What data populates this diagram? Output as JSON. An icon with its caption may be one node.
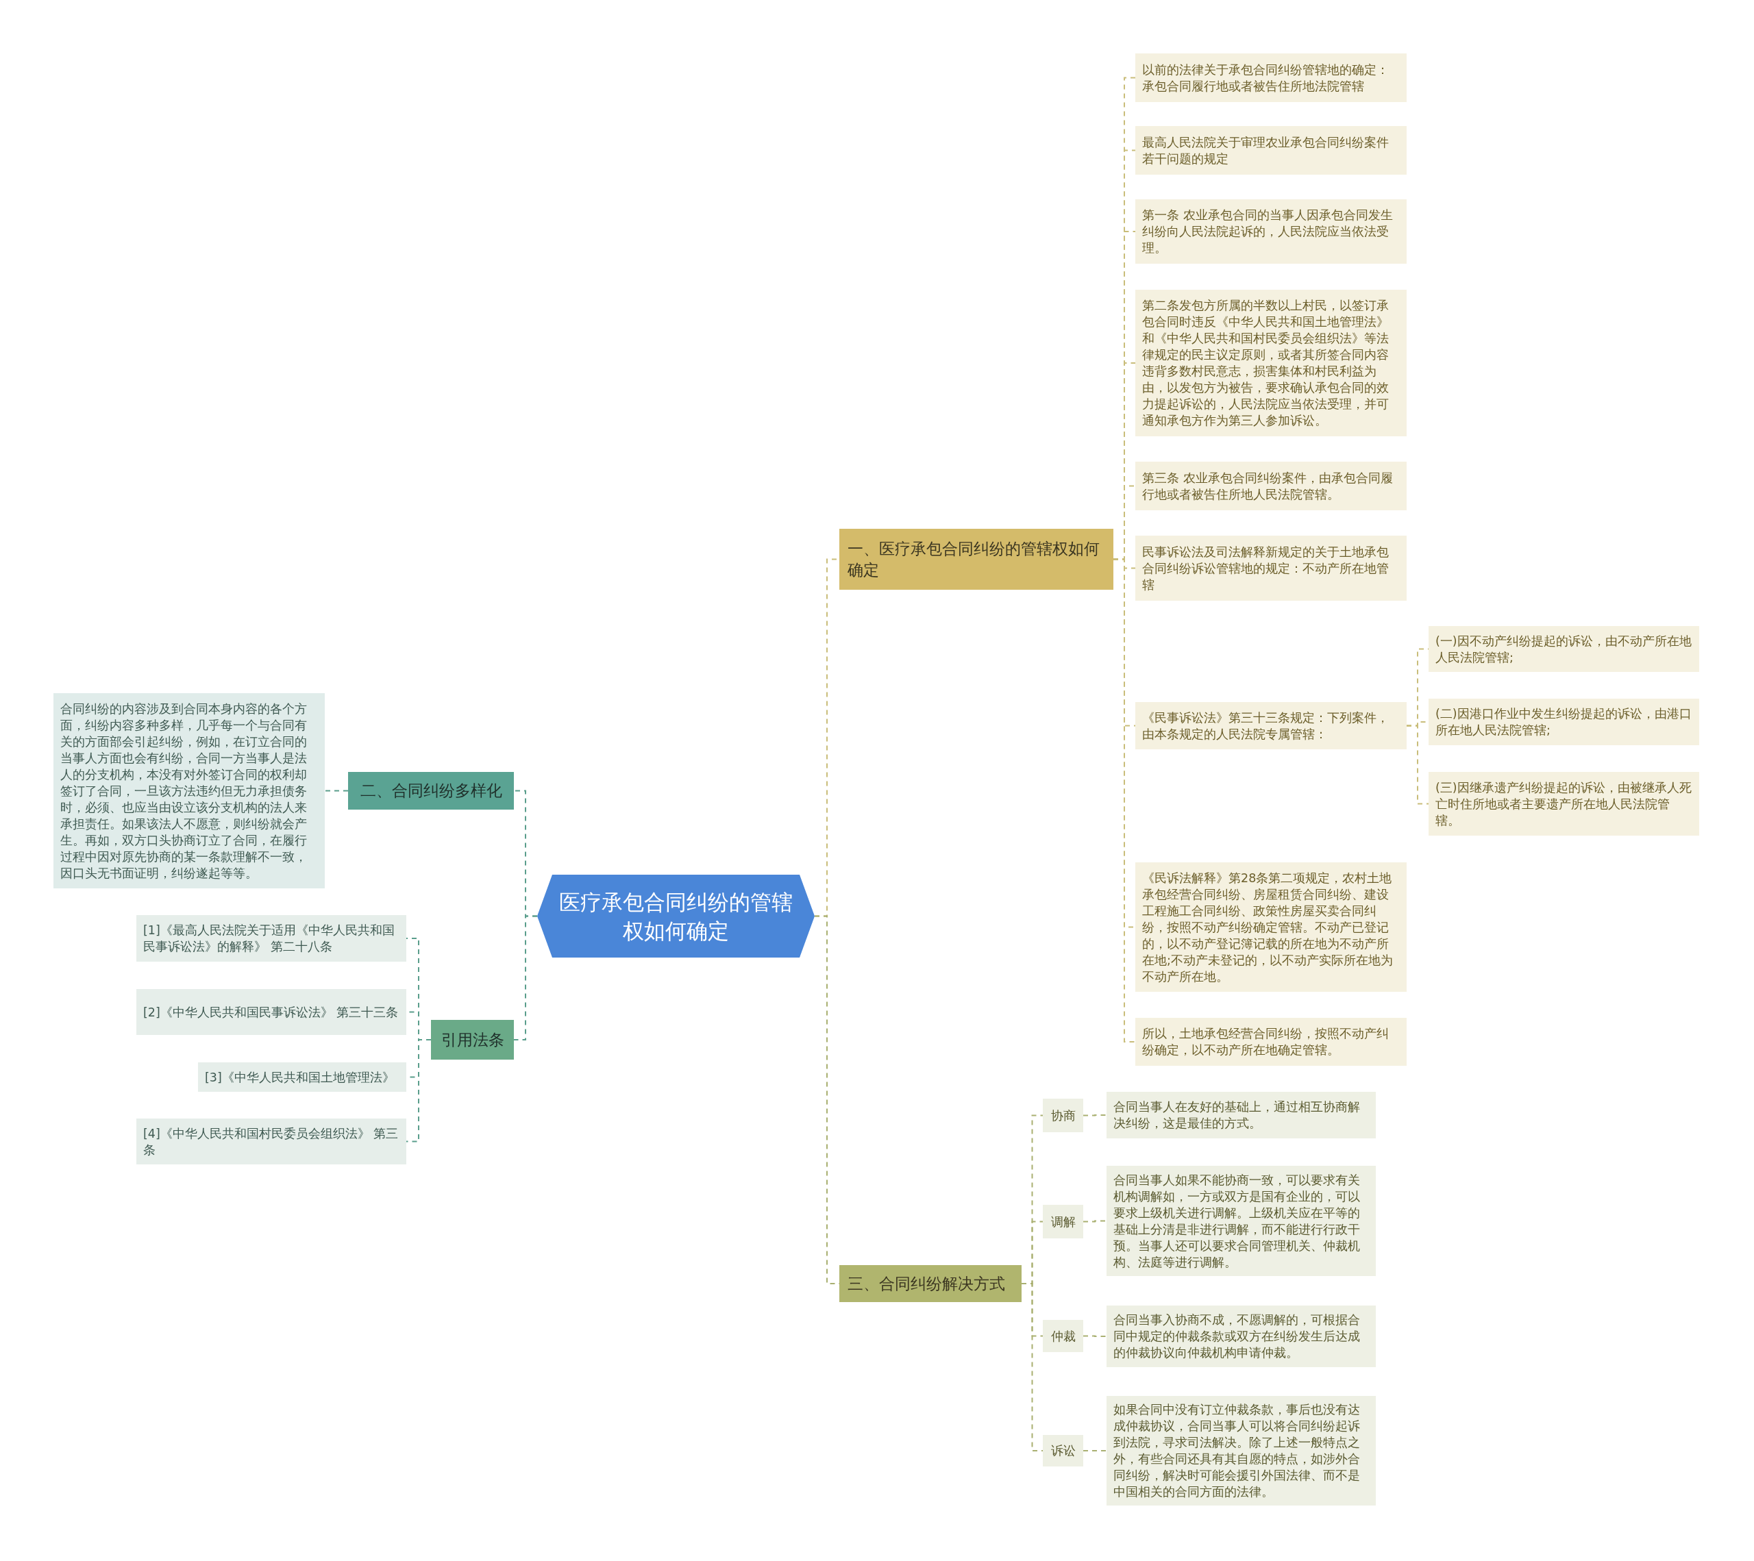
{
  "diagram": {
    "nodes": [
      {
        "text": [
          "医疗承包合同纠纷的管辖权如何确定"
        ]
      },
      {
        "text": [
          "一、医疗承包合同纠纷的管辖权如何确定"
        ]
      },
      {
        "text": [
          "以前的法律关于承包合同纠纷管辖地的确定：承包合同履行地或者被告住所地法院管辖"
        ]
      },
      {
        "text": [
          "最高人民法院关于审理农业承包合同纠纷案件若干问题的规定"
        ]
      },
      {
        "text": [
          "第一条 农业承包合同的当事人因承包合同发生纠纷向人民法院起诉的，人民法院应当依法受理。"
        ]
      },
      {
        "text": [
          "第二条发包方所属的半数以上村民，以签订承包合同时违反《中华人民共和国土地管理法》和《中华人民共和国村民委员会组织法》等法律规定的民主议定原则，或者其所签合同内容违背多数村民意志，损害集体和村民利益为由，以发包方为被告，要求确认承包合同的效力提起诉讼的，人民法院应当依法受理，并可通知承包方作为第三人参加诉讼。"
        ]
      },
      {
        "text": [
          "第三条 农业承包合同纠纷案件，由承包合同履行地或者被告住所地人民法院管辖。"
        ]
      },
      {
        "text": [
          "民事诉讼法及司法解释新规定的关于土地承包合同纠纷诉讼管辖地的规定：不动产所在地管辖"
        ]
      },
      {
        "text": [
          "《民事诉讼法》第三十三条规定：下列案件，由本条规定的人民法院专属管辖："
        ]
      },
      {
        "text": [
          "(一)因不动产纠纷提起的诉讼，由不动产所在地人民法院管辖;"
        ]
      },
      {
        "text": [
          "(二)因港口作业中发生纠纷提起的诉讼，由港口所在地人民法院管辖;"
        ]
      },
      {
        "text": [
          "(三)因继承遗产纠纷提起的诉讼，由被继承人死亡时住所地或者主要遗产所在地人民法院管辖。"
        ]
      },
      {
        "text": [
          "《民诉法解释》第28条第二项规定，农村土地承包经营合同纠纷、房屋租赁合同纠纷、建设工程施工合同纠纷、政策性房屋买卖合同纠纷，按照不动产纠纷确定管辖。不动产已登记的，以不动产登记簿记载的所在地为不动产所在地;不动产未登记的，以不动产实际所在地为不动产所在地。"
        ]
      },
      {
        "text": [
          "所以，土地承包经营合同纠纷，按照不动产纠纷确定，以不动产所在地确定管辖。"
        ]
      },
      {
        "text": [
          "三、合同纠纷解决方式"
        ]
      },
      {
        "text": [
          "协商"
        ]
      },
      {
        "text": [
          "合同当事人在友好的基础上，通过相互协商解决纠纷，这是最佳的方式。"
        ]
      },
      {
        "text": [
          "调解"
        ]
      },
      {
        "text": [
          "合同当事人如果不能协商一致，可以要求有关机构调解如，一方或双方是国有企业的，可以要求上级机关进行调解。上级机关应在平等的基础上分清是非进行调解，而不能进行行政干预。当事人还可以要求合同管理机关、仲裁机构、法庭等进行调解。"
        ]
      },
      {
        "text": [
          "仲裁"
        ]
      },
      {
        "text": [
          "合同当事入协商不成，不愿调解的，可根据合同中规定的仲裁条款或双方在纠纷发生后达成的仲裁协议向仲裁机构申请仲裁。"
        ]
      },
      {
        "text": [
          "诉讼"
        ]
      },
      {
        "text": [
          "如果合同中没有订立仲裁条款，事后也没有达成仲裁协议，合同当事人可以将合同纠纷起诉到法院，寻求司法解决。除了上述一般特点之外，有些合同还具有其自愿的特点，如涉外合同纠纷，解决时可能会援引外国法律、而不是中国相关的合同方面的法律。"
        ]
      },
      {
        "text": [
          "二、合同纠纷多样化"
        ]
      },
      {
        "text": [
          "合同纠纷的内容涉及到合同本身内容的各个方面，纠纷内容多种多样，几乎每一个与合同有关的方面部会引起纠纷，例如，在订立合同的当事人方面也会有纠纷，合同一方当事人是法人的分支机构，本没有对外签订合同的权利却签订了合同，一旦该方法违约但无力承担债务时，必须、也应当由设立该分支机构的法人来承担责任。如果该法人不愿意，则纠纷就会产生。再如，双方口头协商订立了合同，在履行过程中因对原先协商的某一条款理解不一致，因口头无书面证明，纠纷遂起等等。"
        ]
      },
      {
        "text": [
          "引用法条"
        ]
      },
      {
        "text": [
          "[1]《最高人民法院关于适用《中华人民共和国民事诉讼法》的解释》 第二十八条"
        ]
      },
      {
        "text": [
          "[2]《中华人民共和国民事诉讼法》 第三十三条"
        ]
      },
      {
        "text": [
          "[3]《中华人民共和国土地管理法》"
        ]
      },
      {
        "text": [
          "[4]《中华人民共和国村民委员会组织法》 第三条"
        ]
      }
    ],
    "edges": [
      {
        "from": 0,
        "to": 1,
        "arrow": "none"
      },
      {
        "from": 1,
        "to": 2,
        "arrow": "none"
      },
      {
        "from": 1,
        "to": 3,
        "arrow": "none"
      },
      {
        "from": 1,
        "to": 4,
        "arrow": "none"
      },
      {
        "from": 1,
        "to": 5,
        "arrow": "none"
      },
      {
        "from": 1,
        "to": 6,
        "arrow": "none"
      },
      {
        "from": 1,
        "to": 7,
        "arrow": "none"
      },
      {
        "from": 1,
        "to": 8,
        "arrow": "none"
      },
      {
        "from": 8,
        "to": 9,
        "arrow": "none"
      },
      {
        "from": 8,
        "to": 10,
        "arrow": "none"
      },
      {
        "from": 8,
        "to": 11,
        "arrow": "none"
      },
      {
        "from": 1,
        "to": 12,
        "arrow": "none"
      },
      {
        "from": 1,
        "to": 13,
        "arrow": "none"
      },
      {
        "from": 0,
        "to": 14,
        "arrow": "none",
        "color": "#a9b071"
      },
      {
        "from": 14,
        "to": 15,
        "arrow": "none",
        "color": "#a9b071"
      },
      {
        "from": 15,
        "to": 16,
        "arrow": "none",
        "color": "#a9b071"
      },
      {
        "from": 14,
        "to": 17,
        "arrow": "none",
        "color": "#a9b071"
      },
      {
        "from": 17,
        "to": 18,
        "arrow": "none",
        "color": "#a9b071"
      },
      {
        "from": 14,
        "to": 19,
        "arrow": "none",
        "color": "#a9b071"
      },
      {
        "from": 19,
        "to": 20,
        "arrow": "none",
        "color": "#a9b071"
      },
      {
        "from": 14,
        "to": 21,
        "arrow": "none",
        "color": "#a9b071"
      },
      {
        "from": 21,
        "to": 22,
        "arrow": "none",
        "color": "#a9b071"
      },
      {
        "from": 0,
        "to": 23,
        "arrow": "none",
        "color": "#5a9e8c"
      },
      {
        "from": 23,
        "to": 24,
        "arrow": "none",
        "color": "#5a9e8c"
      },
      {
        "from": 0,
        "to": 25,
        "arrow": "none",
        "color": "#5a9e8c"
      },
      {
        "from": 25,
        "to": 26,
        "arrow": "none",
        "color": "#5a9e8c"
      },
      {
        "from": 25,
        "to": 27,
        "arrow": "none",
        "color": "#5a9e8c"
      },
      {
        "from": 25,
        "to": 28,
        "arrow": "none",
        "color": "#5a9e8c"
      },
      {
        "from": 25,
        "to": 29,
        "arrow": "none",
        "color": "#5a9e8c"
      }
    ]
  }
}
